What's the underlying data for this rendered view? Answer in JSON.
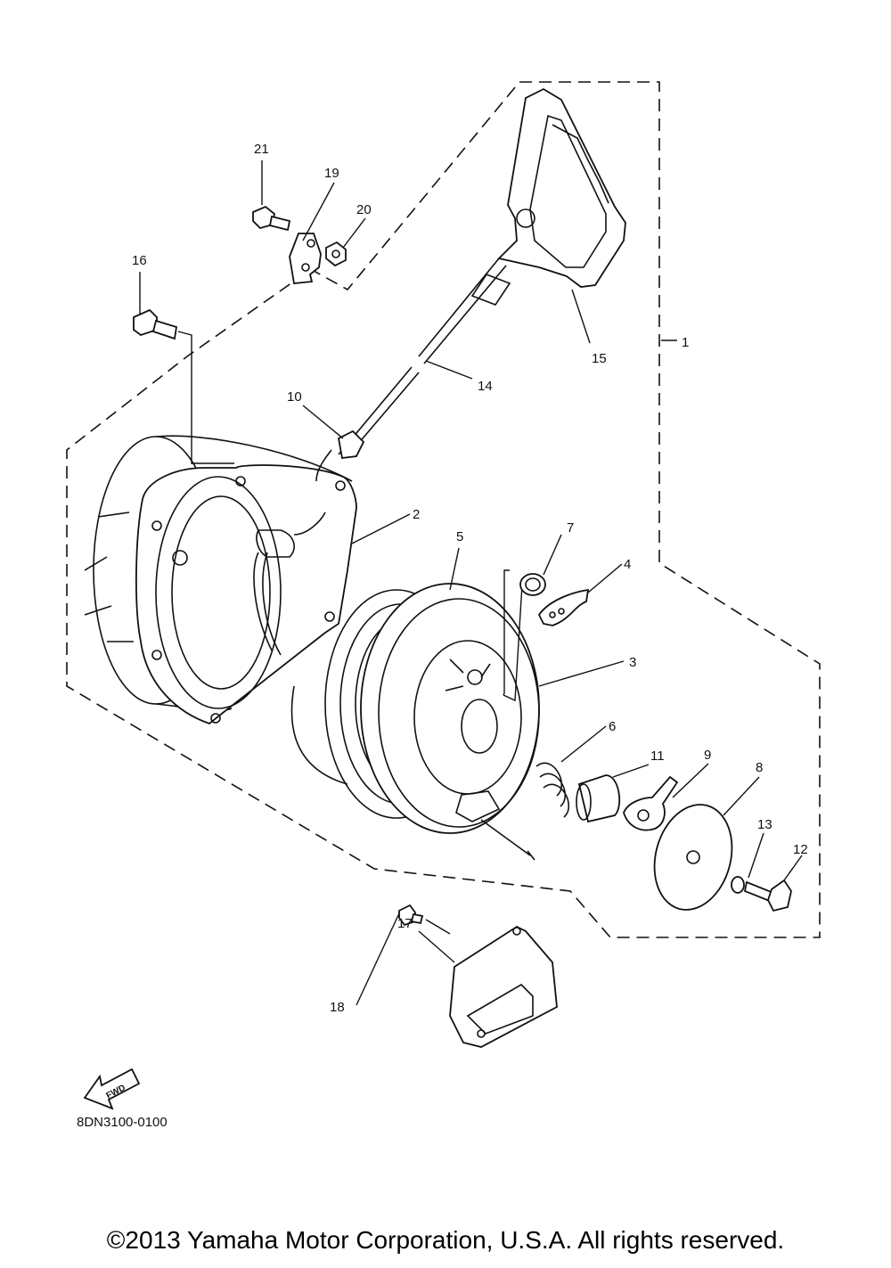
{
  "diagram": {
    "part_labels": [
      "1",
      "2",
      "3",
      "4",
      "5",
      "6",
      "7",
      "8",
      "9",
      "10",
      "11",
      "12",
      "13",
      "14",
      "15",
      "16",
      "17",
      "18",
      "19",
      "20",
      "21"
    ],
    "fwd_label": "FWD",
    "drawing_code": "8DN3100-0100"
  },
  "footer": {
    "copyright": "©2013 Yamaha Motor Corporation, U.S.A. All rights reserved."
  }
}
